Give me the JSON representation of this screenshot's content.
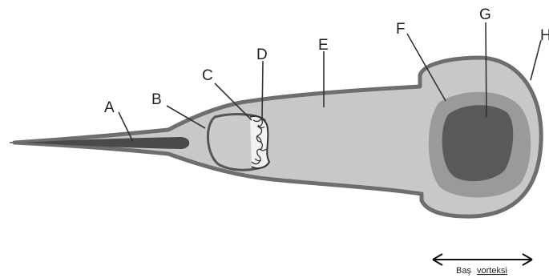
{
  "labels": {
    "A": "A",
    "B": "B",
    "C": "C",
    "D": "D",
    "E": "E",
    "F": "F",
    "G": "G",
    "H": "H"
  },
  "caption": {
    "word1": "Baş",
    "word2": "vorteksi"
  },
  "colors": {
    "outline": "#6e6e6e",
    "body_fill": "#c8c8c8",
    "head_ring": "#9a9a9a",
    "core": "#595959",
    "tail_core": "#4a4a4a"
  },
  "icons": {
    "scale_arrow": "double-headed-arrow-icon"
  }
}
